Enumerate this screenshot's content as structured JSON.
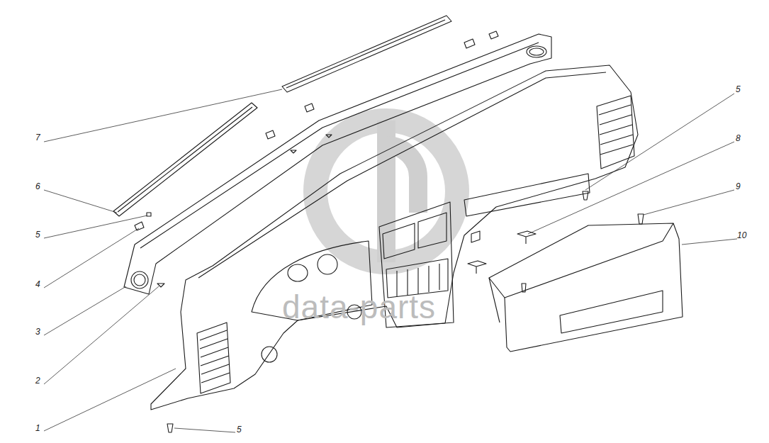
{
  "diagram": {
    "labels": [
      "5",
      "7",
      "8",
      "6",
      "9",
      "10",
      "5",
      "4",
      "3",
      "2",
      "1",
      "5",
      "data-parts"
    ]
  }
}
